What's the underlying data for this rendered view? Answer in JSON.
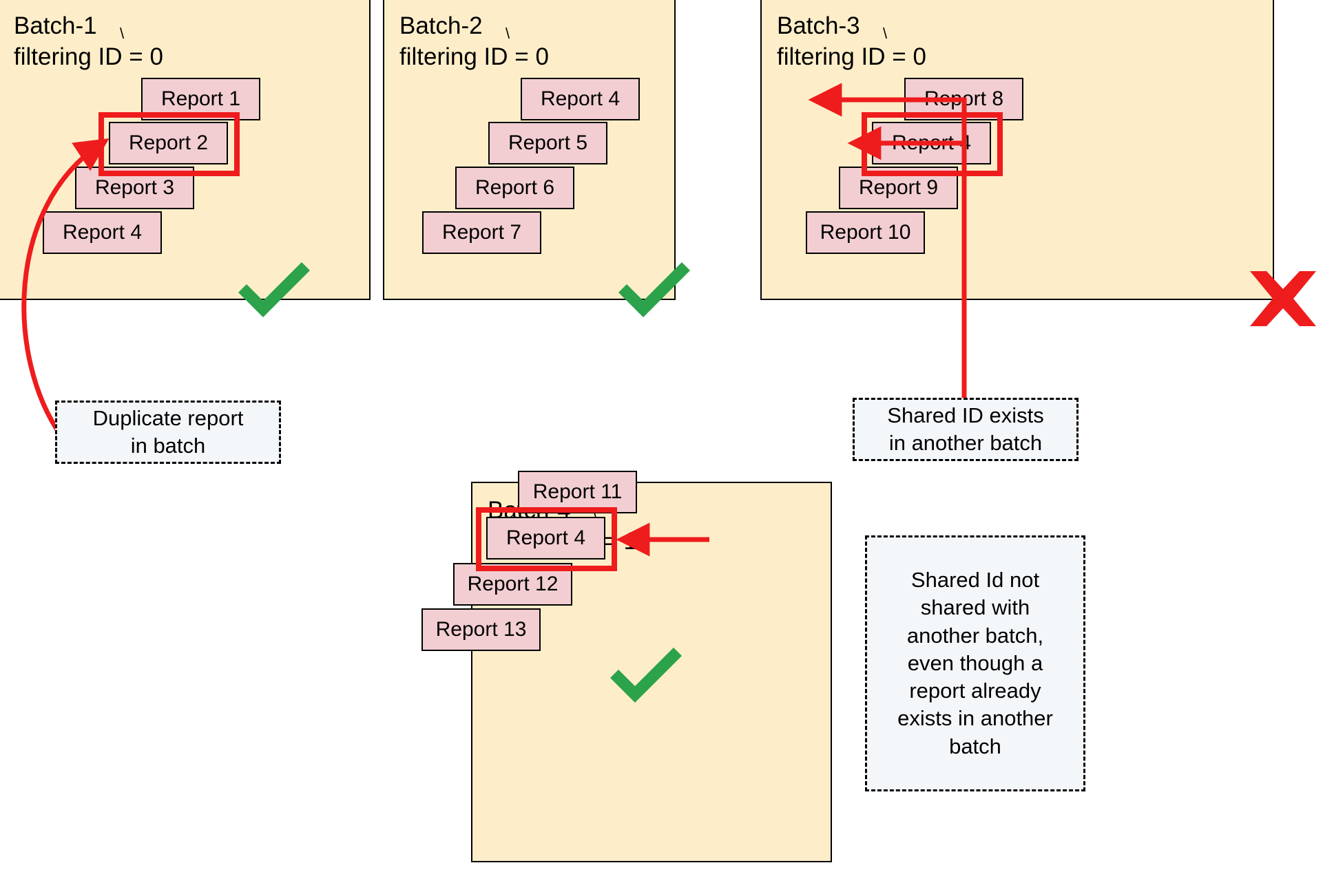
{
  "diagram": {
    "title_hidden": "",
    "colors": {
      "batch_fill": "#fdeec9",
      "report_fill": "#f2ced2",
      "highlight_red": "#ee1c1c",
      "check_green": "#2ca24b",
      "x_red": "#ee1c1c",
      "callout_fill": "#f4f7fa",
      "stroke_black": "#000000"
    },
    "batches": [
      {
        "id": "batch-1",
        "name": "Batch-1",
        "filter_line": "filtering ID = 0",
        "label": "Batch-1\nfiltering ID = 0",
        "status": "valid",
        "status_icon": "check-icon",
        "reports": [
          {
            "label": "Report 1"
          },
          {
            "label": "Report 2",
            "highlighted": true
          },
          {
            "label": "Report 3"
          },
          {
            "label": "Report 4"
          }
        ]
      },
      {
        "id": "batch-2",
        "name": "Batch-2",
        "filter_line": "filtering ID = 0",
        "label": "Batch-2\nfiltering ID = 0",
        "status": "valid",
        "status_icon": "check-icon",
        "reports": [
          {
            "label": "Report 4"
          },
          {
            "label": "Report 5"
          },
          {
            "label": "Report 6"
          },
          {
            "label": "Report 7"
          }
        ]
      },
      {
        "id": "batch-3",
        "name": "Batch-3",
        "filter_line": "filtering ID = 0",
        "label": "Batch-3\nfiltering ID = 0",
        "status": "invalid",
        "status_icon": "x-icon",
        "reports": [
          {
            "label": "Report 8"
          },
          {
            "label": "Report 4",
            "highlighted": true
          },
          {
            "label": "Report 9"
          },
          {
            "label": "Report 10"
          }
        ]
      },
      {
        "id": "batch-4",
        "name": "Batch-4",
        "filter_line": "filtering ID = 1",
        "label": "Batch-4\nfiltering ID = 1",
        "status": "valid",
        "status_icon": "check-icon",
        "reports": [
          {
            "label": "Report 11"
          },
          {
            "label": "Report 4",
            "highlighted": true
          },
          {
            "label": "Report 12"
          },
          {
            "label": "Report 13"
          }
        ]
      }
    ],
    "callouts": [
      {
        "id": "duplicate-report",
        "text": "Duplicate report\nin batch",
        "points_to": "batch-1 Report 2"
      },
      {
        "id": "shared-id-exists",
        "text": "Shared ID exists\nin another batch",
        "points_to": "batch-2 Report 4 and batch-3 Report 4"
      },
      {
        "id": "shared-id-not-shared",
        "text": "Shared Id not shared with another batch, even though a report already exists in another batch",
        "points_to": "batch-4 Report 4"
      }
    ],
    "annotations": {
      "tick_glyph": "\\"
    }
  }
}
